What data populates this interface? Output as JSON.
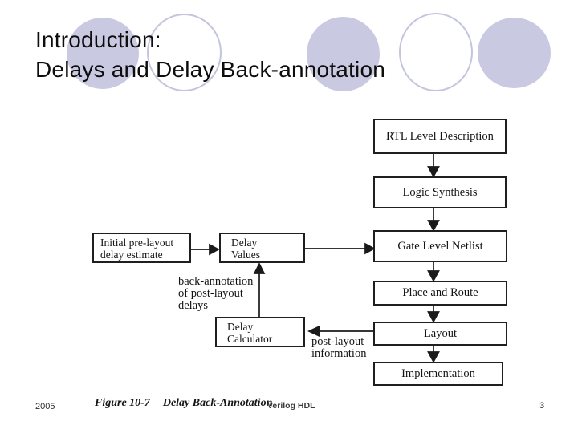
{
  "slide_title": {
    "line1": "Introduction:",
    "line2": "Delays and Delay Back-annotation"
  },
  "colors": {
    "decor_fill": "#c9cae2",
    "decor_outline": "#c3c4dd",
    "ink": "#1a1a1a"
  },
  "diagram": {
    "flow_boxes": [
      {
        "label": "RTL Level Description"
      },
      {
        "label": "Logic Synthesis"
      },
      {
        "label": "Gate Level Netlist"
      },
      {
        "label": "Place and Route"
      },
      {
        "label": "Layout"
      },
      {
        "label": "Implementation"
      }
    ],
    "side_boxes": {
      "initial_estimate": {
        "lines": [
          "Initial pre-layout",
          "delay estimate"
        ]
      },
      "delay_values": {
        "lines": [
          "Delay",
          "Values"
        ]
      },
      "delay_calculator": {
        "lines": [
          "Delay",
          "Calculator"
        ]
      }
    },
    "labels": {
      "back_annotation": {
        "lines": [
          "back-annotation",
          "of post-layout",
          "delays"
        ]
      },
      "post_layout_info": {
        "lines": [
          "post-layout",
          "information"
        ]
      }
    }
  },
  "footer": {
    "year": "2005",
    "figure_label": "Figure 10-7",
    "figure_title": "Delay Back-Annotation",
    "course_name": "Verilog HDL",
    "page_number": "3"
  }
}
